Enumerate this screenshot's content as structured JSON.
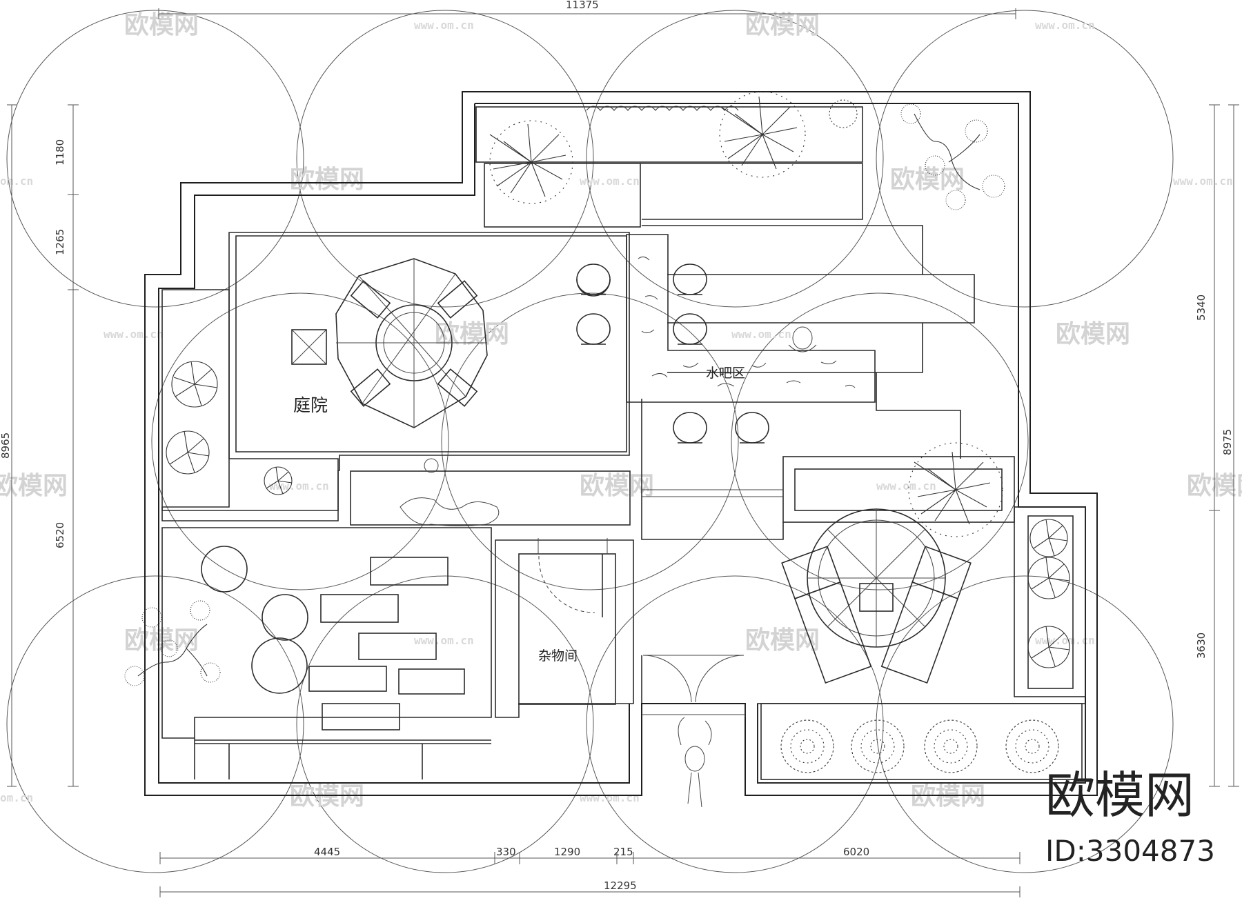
{
  "rooms": {
    "courtyard": "庭院",
    "water_bar": "水吧区",
    "storage": "杂物间"
  },
  "dimensions": {
    "top_total": "11375",
    "bottom_total": "12295",
    "bottom_segments": [
      "4445",
      "330",
      "1290",
      "215",
      "6020"
    ],
    "left_outer": "8965",
    "left_segments": [
      "1180",
      "1265",
      "6520"
    ],
    "right_outer": "8975",
    "right_segments": [
      "5340",
      "3630"
    ]
  },
  "watermark": {
    "brand_text": "欧模网",
    "site_text": "www.om.cn",
    "site_short": "om.cn"
  },
  "brand": {
    "logo": "欧模网",
    "id": "ID:3304873"
  }
}
